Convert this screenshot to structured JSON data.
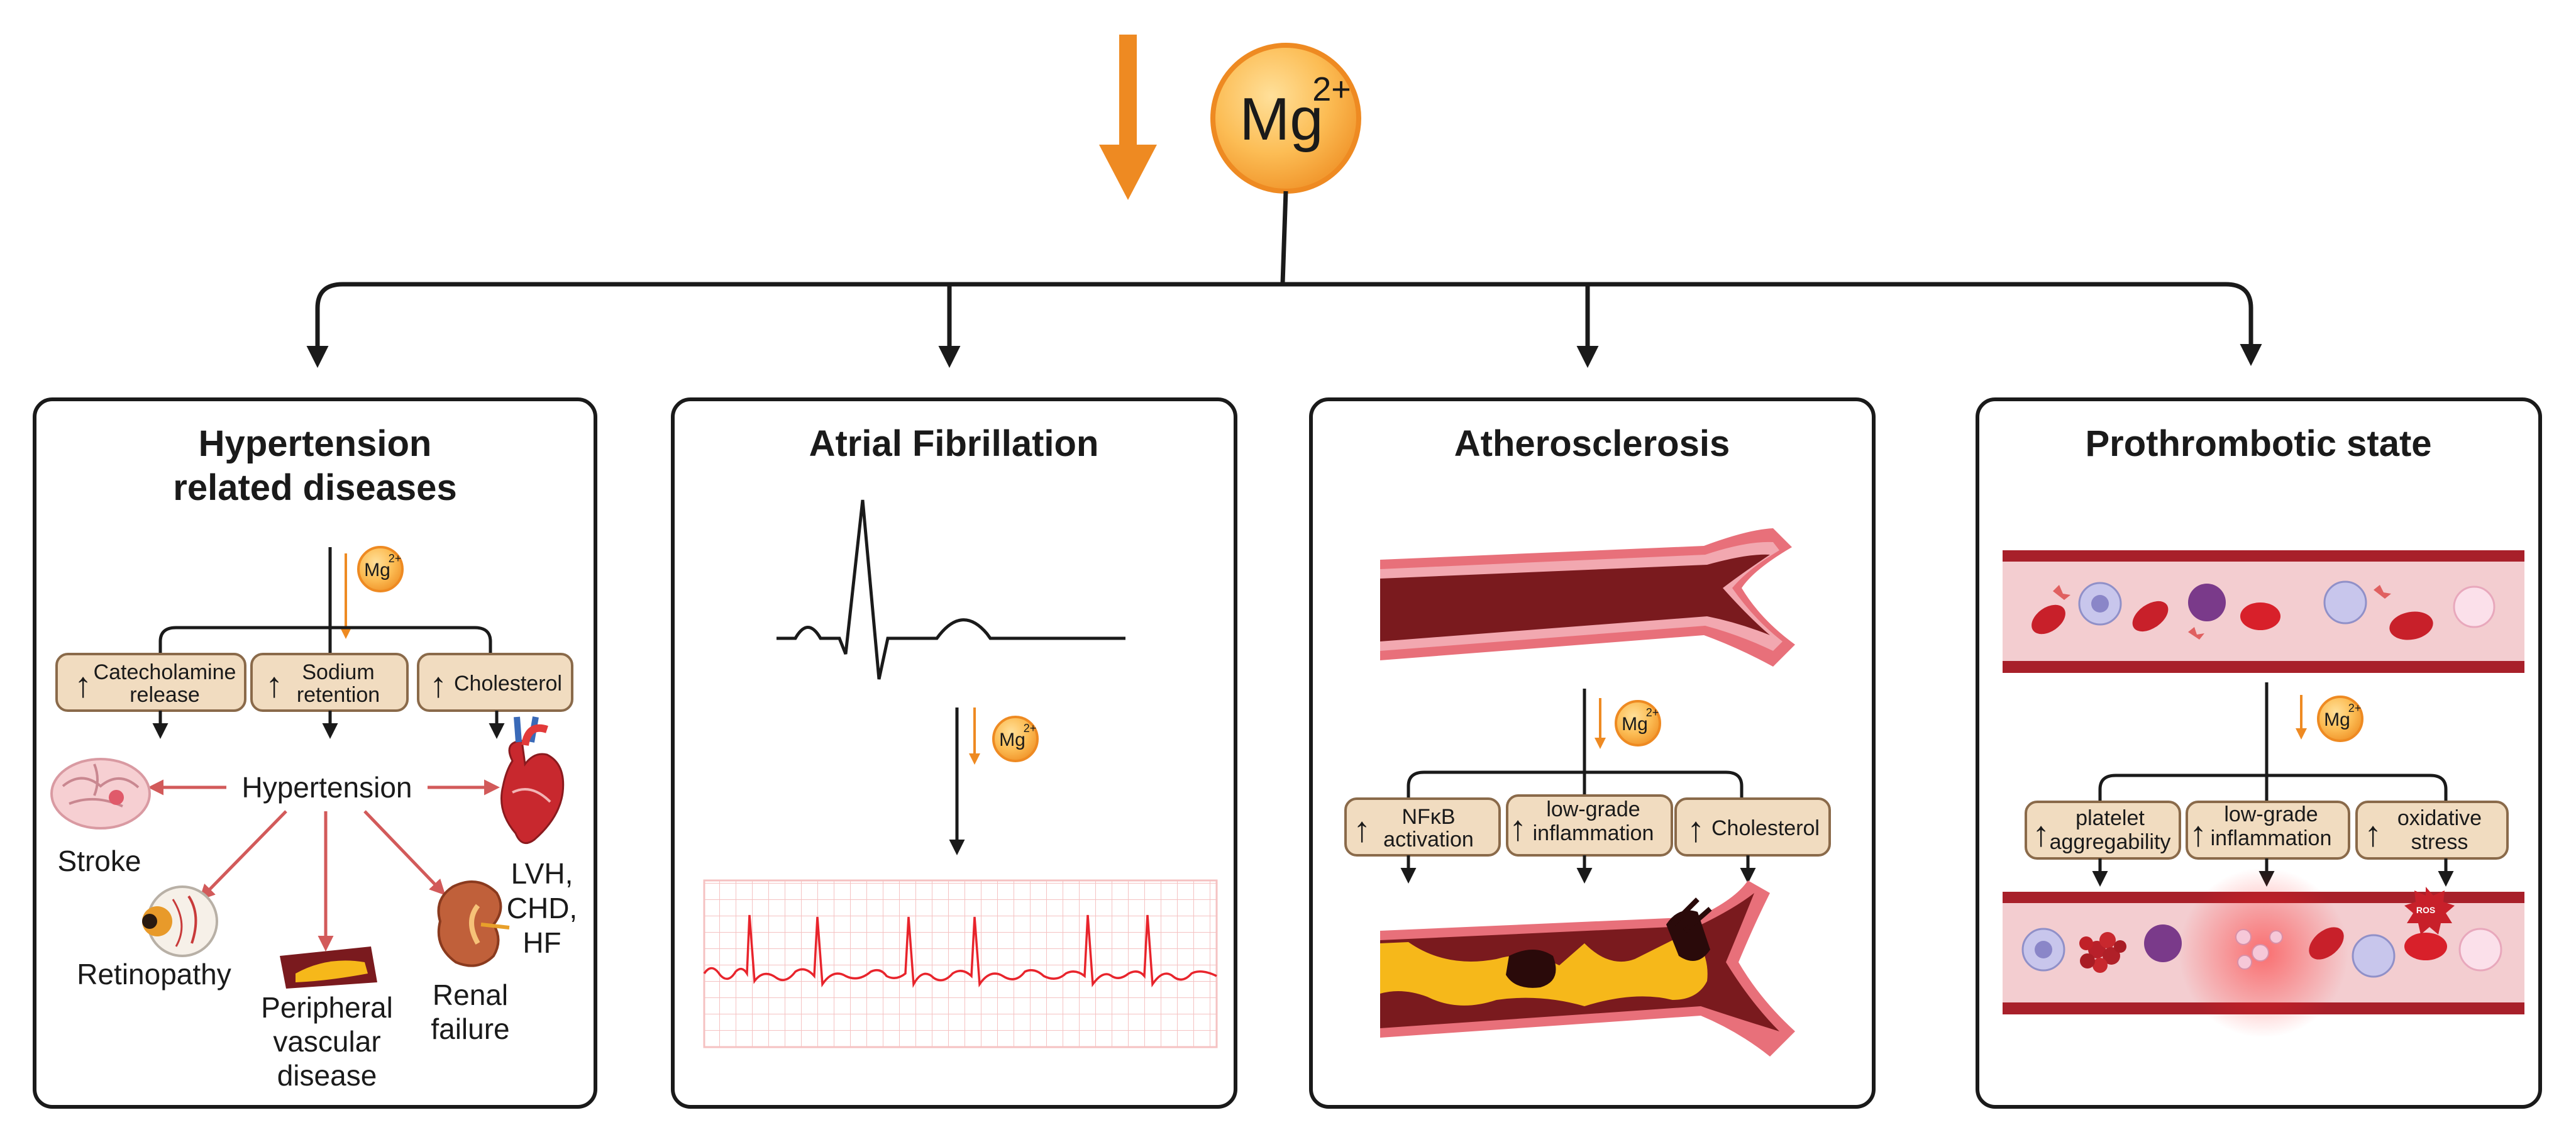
{
  "top": {
    "ion_base": "Mg",
    "ion_sup": "2+",
    "arrow_icon": "down-arrow-icon"
  },
  "small_ion": {
    "base": "Mg",
    "sup": "2+"
  },
  "panels": {
    "hypertension": {
      "title_lines": [
        "Hypertension",
        "related diseases"
      ],
      "boxes": [
        {
          "lines": [
            "Catecholamine",
            "release"
          ]
        },
        {
          "lines": [
            "Sodium",
            "retention"
          ]
        },
        {
          "lines": [
            "Cholesterol"
          ]
        }
      ],
      "center_label": "Hypertension",
      "outcomes": {
        "stroke": [
          "Stroke"
        ],
        "lvh": [
          "LVH,",
          "CHD,",
          "HF"
        ],
        "retinopathy": [
          "Retinopathy"
        ],
        "peripheral": [
          "Peripheral",
          "vascular",
          "disease"
        ],
        "renal": [
          "Renal",
          "failure"
        ]
      }
    },
    "af": {
      "title": "Atrial Fibrillation"
    },
    "athero": {
      "title": "Atherosclerosis",
      "boxes": [
        {
          "lines": [
            "NFκB",
            "activation"
          ]
        },
        {
          "lines": [
            "low-grade",
            "inflammation"
          ]
        },
        {
          "lines": [
            "Cholesterol"
          ]
        }
      ]
    },
    "prothrombotic": {
      "title": "Prothrombotic state",
      "boxes": [
        {
          "lines": [
            "platelet",
            "aggregability"
          ]
        },
        {
          "lines": [
            "low-grade",
            "inflammation"
          ]
        },
        {
          "lines": [
            "oxidative",
            "stress"
          ]
        }
      ],
      "ros_label": "ROS"
    }
  },
  "colors": {
    "orange": "#f0962e",
    "orange_light": "#fcc25a",
    "box_fill": "#f1dcc0",
    "box_stroke": "#8a6a4a",
    "vessel_dark": "#7a1a1e",
    "vessel_mid": "#c8404a",
    "vessel_light": "#f0a8a8",
    "plaque_yellow": "#f6b81a",
    "ecg_red": "#e8242c",
    "grid_pink": "#f7c9c9"
  }
}
